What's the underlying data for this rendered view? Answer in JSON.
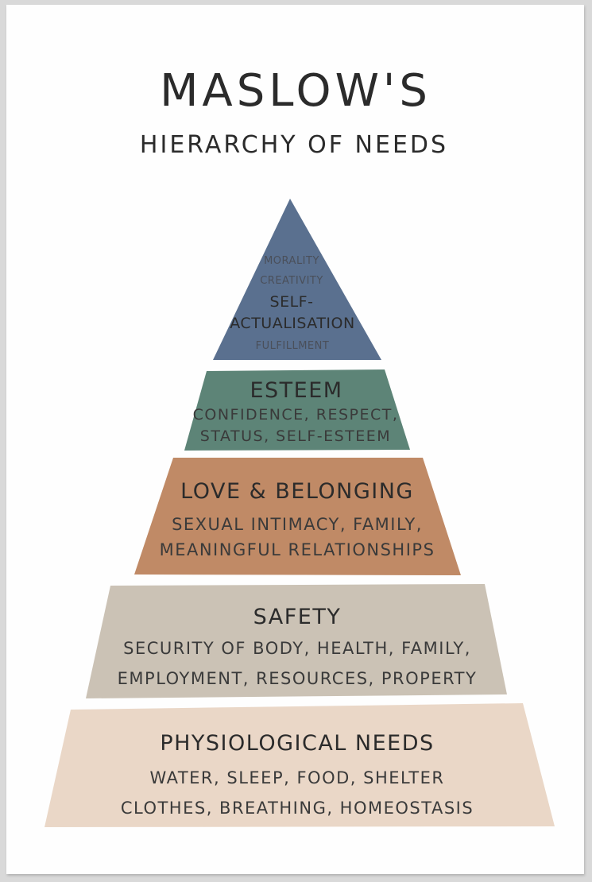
{
  "title": "MASLOW'S",
  "subtitle": "HIERARCHY OF NEEDS",
  "tiers": [
    {
      "name": "SELF-ACTUALISATION",
      "head_lines": [
        "SELF-",
        "ACTUALISATION"
      ],
      "detail_top": [
        "MORALITY",
        "CREATIVITY"
      ],
      "detail_bottom": [
        "FULFILLMENT"
      ],
      "color": "#5a708f"
    },
    {
      "name": "ESTEEM",
      "head_lines": [
        "ESTEEM"
      ],
      "detail_bottom": [
        "CONFIDENCE, RESPECT,",
        "STATUS, SELF-ESTEEM"
      ],
      "color": "#5d8477"
    },
    {
      "name": "LOVE & BELONGING",
      "head_lines": [
        "LOVE & BELONGING"
      ],
      "detail_bottom": [
        "SEXUAL INTIMACY, FAMILY,",
        "MEANINGFUL RELATIONSHIPS"
      ],
      "color": "#c08a66"
    },
    {
      "name": "SAFETY",
      "head_lines": [
        "SAFETY"
      ],
      "detail_bottom": [
        "SECURITY OF BODY, HEALTH, FAMILY,",
        "EMPLOYMENT, RESOURCES, PROPERTY"
      ],
      "color": "#cbc2b5"
    },
    {
      "name": "PHYSIOLOGICAL NEEDS",
      "head_lines": [
        "PHYSIOLOGICAL NEEDS"
      ],
      "detail_bottom": [
        "WATER, SLEEP, FOOD, SHELTER",
        "CLOTHES, BREATHING, HOMEOSTASIS"
      ],
      "color": "#ead7c7"
    }
  ]
}
